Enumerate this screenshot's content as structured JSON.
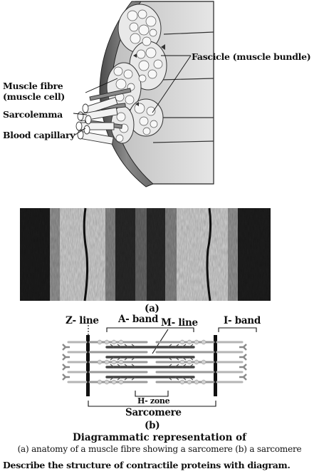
{
  "figure_top": {
    "labels": {
      "fascicle": "Fascicle (muscle bundle)",
      "muscle_fibre_line1": "Muscle fibre",
      "muscle_fibre_line2": "(muscle cell)",
      "sarcolemma": "Sarcolemma",
      "blood_capillary": "Blood capillary"
    }
  },
  "micrograph": {
    "caption": "(a)"
  },
  "sarcomere_diagram": {
    "labels": {
      "z_line": "Z- line",
      "a_band": "A- band",
      "m_line": "M- line",
      "i_band": "I- band",
      "h_zone": "H- zone",
      "sarcomere": "Sarcomere"
    },
    "caption": "(b)"
  },
  "figure_caption": {
    "line1": "Diagrammatic representation of",
    "line2": "(a) anatomy of a muscle fibre  showing a sarcomere (b) a sarcomere"
  },
  "question": "Describe the structure of contractile proteins with diagram.",
  "colors": {
    "ink": "#111111",
    "shade_dark": "#555555",
    "shade_mid": "#9a9a9a",
    "shade_light": "#d6d6d6",
    "filament_thick": "#8c8c8c",
    "filament_thin": "#c8c8c8"
  }
}
